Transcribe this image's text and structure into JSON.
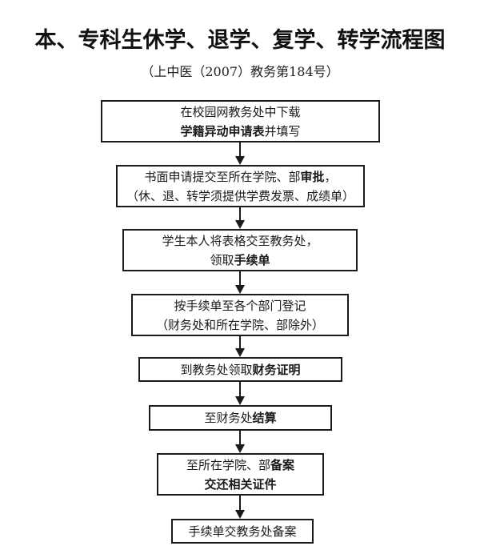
{
  "header": {
    "title": "本、专科生休学、退学、复学、转学流程图",
    "subtitle": "（上中医（2007）教务第184号）"
  },
  "flow": {
    "steps": [
      {
        "lines": [
          [
            {
              "text": "在校园网教务处中下载",
              "bold": false
            }
          ],
          [
            {
              "text": "学籍异动申请表",
              "bold": true
            },
            {
              "text": "并填写",
              "bold": false
            }
          ]
        ]
      },
      {
        "lines": [
          [
            {
              "text": "书面申请提交至所在学院、部",
              "bold": false
            },
            {
              "text": "审批",
              "bold": true
            },
            {
              "text": "，",
              "bold": false
            }
          ],
          [
            {
              "text": "（休、退、转学须提供学费发票、成绩单）",
              "bold": false
            }
          ]
        ]
      },
      {
        "lines": [
          [
            {
              "text": "学生本人将表格交至教务处，",
              "bold": false
            }
          ],
          [
            {
              "text": "领取",
              "bold": false
            },
            {
              "text": "手续单",
              "bold": true
            }
          ]
        ]
      },
      {
        "lines": [
          [
            {
              "text": "按手续单至各个部门登记",
              "bold": false
            }
          ],
          [
            {
              "text": "（财务处和所在学院、部除外）",
              "bold": false
            }
          ]
        ]
      },
      {
        "lines": [
          [
            {
              "text": "到教务处领取",
              "bold": false
            },
            {
              "text": "财务证明",
              "bold": true
            }
          ]
        ]
      },
      {
        "lines": [
          [
            {
              "text": "至财务处",
              "bold": false
            },
            {
              "text": "结算",
              "bold": true
            }
          ]
        ]
      },
      {
        "lines": [
          [
            {
              "text": "至所在学院、部",
              "bold": false
            },
            {
              "text": "备案",
              "bold": true
            }
          ],
          [
            {
              "text": "交还相关证件",
              "bold": true
            }
          ]
        ]
      },
      {
        "lines": [
          [
            {
              "text": "手续单交教务处备案",
              "bold": false
            }
          ]
        ]
      }
    ]
  },
  "colors": {
    "border": "#1a1a1a",
    "text": "#1a1a1a",
    "background": "#ffffff"
  }
}
